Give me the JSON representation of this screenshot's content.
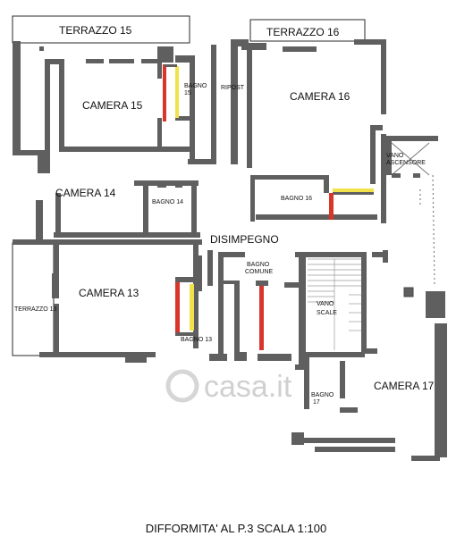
{
  "rooms": {
    "terrazzo15": "TERRAZZO 15",
    "terrazzo16": "TERRAZZO 16",
    "camera15": "CAMERA 15",
    "bagno15_a": "BAGNO",
    "bagno15_b": "15",
    "ripost": "RIPOST",
    "camera16": "CAMERA 16",
    "vano_asc_a": "VANO",
    "vano_asc_b": "ASCENSORE",
    "camera14": "CAMERA 14",
    "bagno14": "BAGNO 14",
    "bagno16": "BAGNO 16",
    "disimpegno": "DISIMPEGNO",
    "camera13": "CAMERA 13",
    "bagno_comune_a": "BAGNO",
    "bagno_comune_b": "COMUNE",
    "vano_scale_a": "VANO",
    "vano_scale_b": "SCALE",
    "terrazzo13": "TERRAZZO 13",
    "bagno13": "BAGNO 13",
    "bagno17_a": "BAGNO",
    "bagno17_b": "17",
    "camera17": "CAMERA 17"
  },
  "watermark": "casa.it",
  "caption": "DIFFORMITA' AL P.3 SCALA 1:100",
  "colors": {
    "wall": "#5f5f5f",
    "red_mark": "#d9362b",
    "yellow_mark": "#f2e24a"
  }
}
